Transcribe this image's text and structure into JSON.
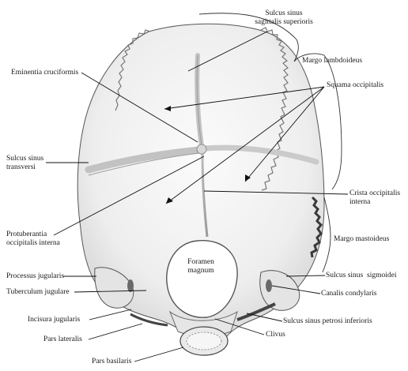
{
  "labels": {
    "sulcus_sinus_sagittalis_superioris": "Sulcus sinus\nsagittalis superioris",
    "eminentia_cruciformis": "Eminentia cruciformis",
    "margo_lambdoideus": "Margo lambdoideus",
    "squama_occipitalis": "Squama occipitalis",
    "sulcus_sinus_transversi": "Sulcus sinus\ntransversi",
    "crista_occipitalis_interna": "Crista occipitalis\ninterna",
    "protuberantia_occipitalis_interna": "Protuberantia\noccipitalis interna",
    "margo_mastoideus": "Margo mastoideus",
    "foramen_magnum": "Foramen\nmagnum",
    "processus_jugularis": "Processus jugularis",
    "sulcus_sinus_sigmoidei": "Sulcus sinus  sigmoidei",
    "tuberculum_jugulare": "Tuberculum jugulare",
    "canalis_condylaris": "Canalis condylaris",
    "incisura_jugularis": "Incisura jugularis",
    "sulcus_sinus_petrosi_inferioris": "Sulcus sinus petrosi inferioris",
    "clivus": "Clivus",
    "pars_lateralis": "Pars lateralis",
    "pars_basilaris": "Pars basilaris"
  }
}
